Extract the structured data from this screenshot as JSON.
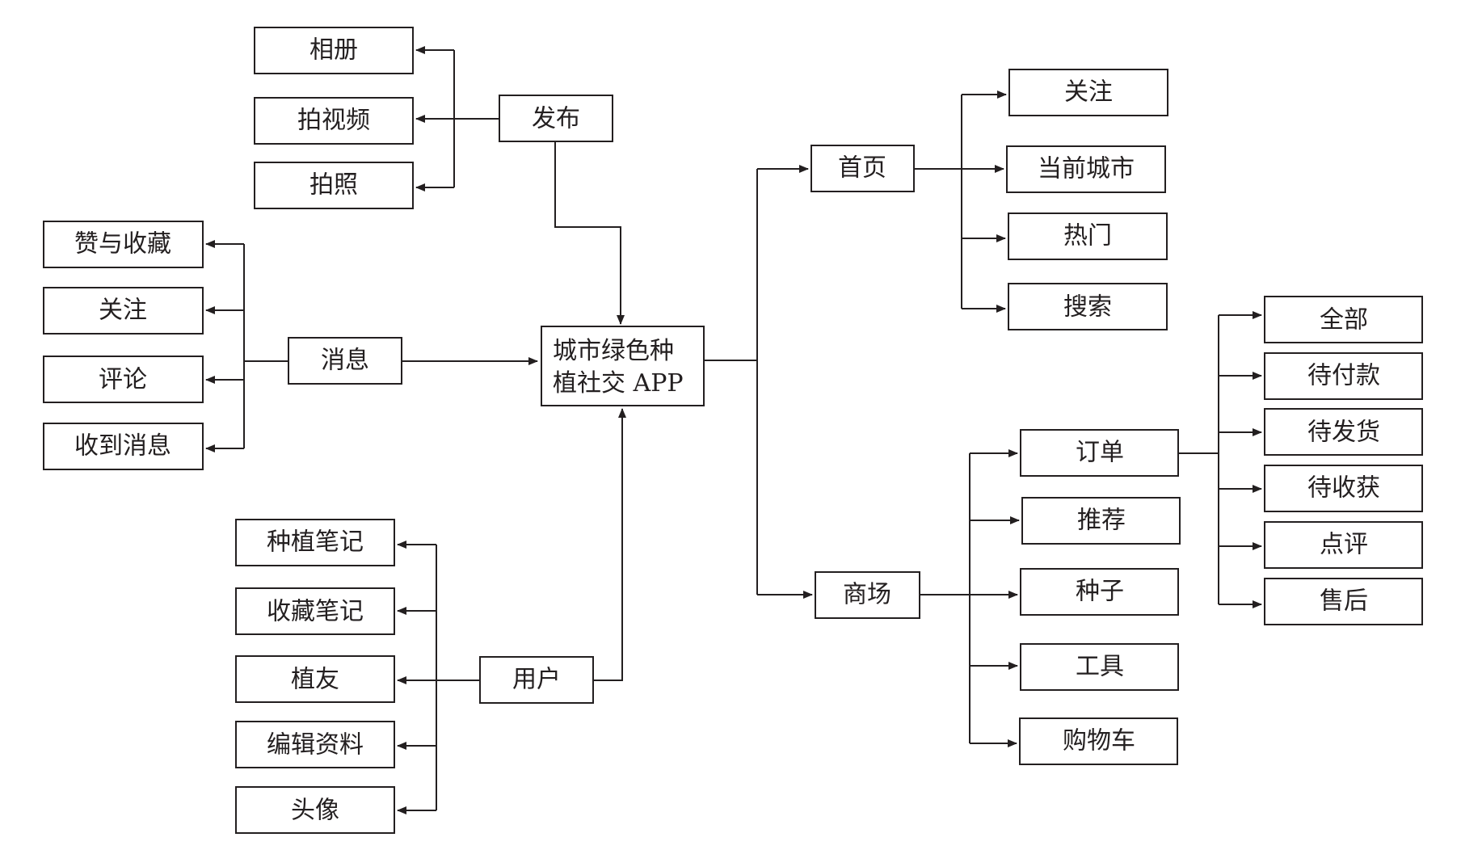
{
  "diagram": {
    "colors": {
      "stroke": "#231f20",
      "background": "#ffffff"
    },
    "center": {
      "line1": "城市绿色种",
      "line2": "植社交 APP"
    },
    "publish": {
      "label": "发布",
      "children": [
        "相册",
        "拍视频",
        "拍照"
      ]
    },
    "messages": {
      "label": "消息",
      "children": [
        "赞与收藏",
        "关注",
        "评论",
        "收到消息"
      ]
    },
    "user": {
      "label": "用户",
      "children": [
        "种植笔记",
        "收藏笔记",
        "植友",
        "编辑资料",
        "头像"
      ]
    },
    "home": {
      "label": "首页",
      "children": [
        "关注",
        "当前城市",
        "热门",
        "搜索"
      ]
    },
    "mall": {
      "label": "商场",
      "children": [
        "订单",
        "推荐",
        "种子",
        "工具",
        "购物车"
      ]
    },
    "orders": {
      "children": [
        "全部",
        "待付款",
        "待发货",
        "待收获",
        "点评",
        "售后"
      ]
    }
  }
}
